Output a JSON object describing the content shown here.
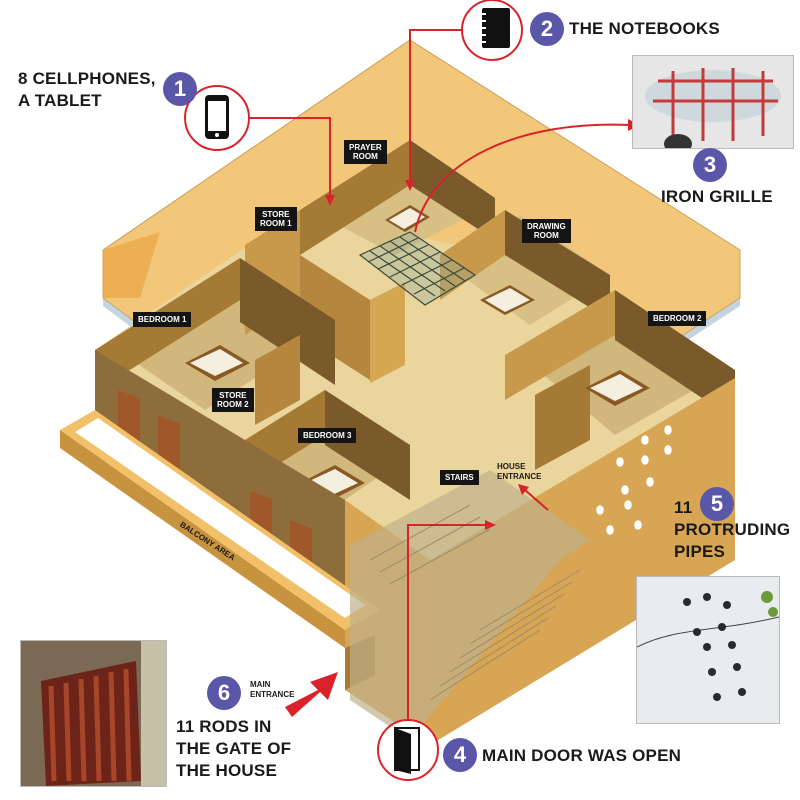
{
  "callouts": [
    {
      "number": "1",
      "label": "8 CELLPHONES,\nA TABLET",
      "icon": "phone-icon"
    },
    {
      "number": "2",
      "label": "THE NOTEBOOKS",
      "icon": "notebook-icon"
    },
    {
      "number": "3",
      "label": "IRON GRILLE",
      "icon": "grille-photo"
    },
    {
      "number": "4",
      "label": "MAIN DOOR WAS OPEN",
      "icon": "door-icon"
    },
    {
      "number": "5",
      "label": "11\nPROTRUDING\nPIPES",
      "icon": "pipes-photo"
    },
    {
      "number": "6",
      "label": "11 RODS IN\nTHE GATE OF\nTHE HOUSE",
      "icon": "gate-photo"
    }
  ],
  "rooms": {
    "prayer_room": "PRAYER\nROOM",
    "store_room_1": "STORE\nROOM 1",
    "drawing_room": "DRAWING\nROOM",
    "bedroom_1": "BEDROOM 1",
    "bedroom_2": "BEDROOM 2",
    "store_room_2": "STORE\nROOM 2",
    "bedroom_3": "BEDROOM 3",
    "stairs": "STAIRS"
  },
  "labels": {
    "house_entrance": "HOUSE\nENTRANCE",
    "main_entrance": "MAIN\nENTRANCE",
    "balcony_area": "BALCONY AREA"
  },
  "colors": {
    "callout_circle": "#5a56a8",
    "arrow_red": "#d8232a",
    "roof": "#f3c77a",
    "wall_top": "#e7b34e",
    "wall_side": "#b98a3c",
    "floor": "#e8d49a",
    "tag_bg": "#141414"
  }
}
